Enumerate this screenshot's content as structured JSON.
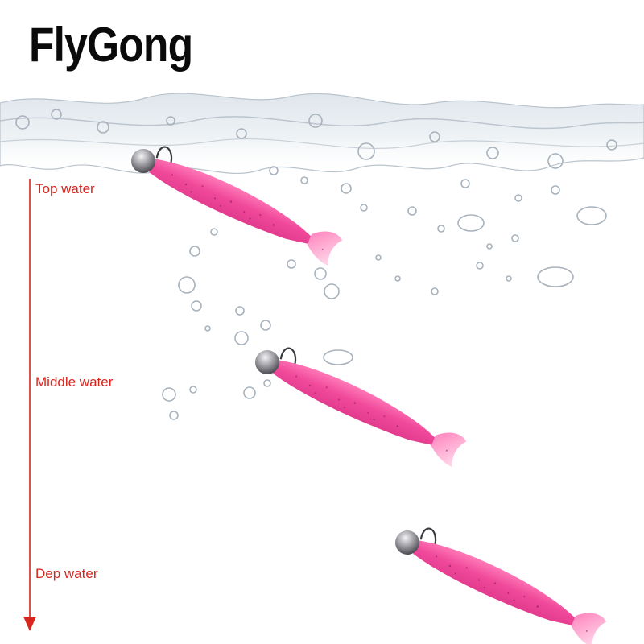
{
  "brand": {
    "name": "FlyGong"
  },
  "depth_scale": {
    "labels": [
      "Top water",
      "Middle water",
      "Dep water"
    ]
  },
  "colors": {
    "arrow": "#d9251d",
    "lure_body": "#f0489a",
    "lure_highlight": "#ff86c0",
    "lure_tail": "#ffd0e6",
    "jig_head": "#9a9aa0",
    "water": "#c9d2da"
  },
  "lures": [
    {
      "name": "lure-top",
      "depth": "Top water"
    },
    {
      "name": "lure-middle",
      "depth": "Middle water"
    },
    {
      "name": "lure-deep",
      "depth": "Dep water"
    }
  ]
}
